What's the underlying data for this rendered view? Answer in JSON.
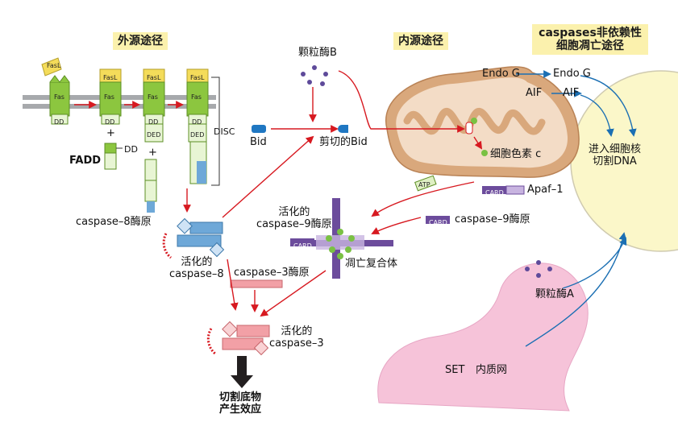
{
  "headers": {
    "extrinsic": "外源途径",
    "intrinsic": "内源途径",
    "independent_line1": "caspases非依赖性",
    "independent_line2": "细胞凋亡途径"
  },
  "receptor": {
    "fasl": "FasL",
    "fas": "Fas",
    "dd": "DD",
    "ded": "DED",
    "plus": "+",
    "fadd": "FADD",
    "fadd_dd": "DD",
    "disc": "DISC"
  },
  "labels": {
    "granzyme_b": "颗粒酶B",
    "bid": "Bid",
    "cleaved_bid": "剪切的Bid",
    "procaspase8": "caspase–8酶原",
    "active_caspase8_line1": "活化的",
    "active_caspase8_line2": "caspase–8",
    "procaspase3": "caspase–3酶原",
    "active_caspase3_line1": "活化的",
    "active_caspase3_line2": "caspase–3",
    "cleave_line1": "切割底物",
    "cleave_line2": "产生效应",
    "cytochrome_c": "细胞色素 c",
    "atp": "ATP",
    "card": "CARD",
    "apaf1": "Apaf–1",
    "procaspase9": "caspase–9酶原",
    "active_caspase9_line1": "活化的",
    "active_caspase9_line2": "caspase–9酶原",
    "apoptosome": "凋亡复合体",
    "endo_g_1": "Endo G",
    "endo_g_2": "Endo G",
    "aif_1": "AIF",
    "aif_2": "AIF",
    "nucleus_line1": "进入细胞核",
    "nucleus_line2": "切割DNA",
    "granzyme_a": "颗粒酶A",
    "set": "SET",
    "er": "内质网"
  },
  "colors": {
    "arrow_red": "#d71920",
    "arrow_blue": "#1b6fb3",
    "header_bg": "#fbf1ad",
    "membrane": "#a7a9ac",
    "mito_outer": "#d9a87c",
    "mito_inner": "#f3dcc6",
    "nucleus": "#fbf7c9",
    "er_pink": "#f6c3d9",
    "caspase8_blue": "#6ea8d8",
    "caspase3_pink": "#f2a0a6",
    "apoptosome_purple": "#6c4c9c",
    "granule_purple": "#5e4a9a",
    "cytc_green": "#7ac143",
    "fas_green": "#8cc63f",
    "fasl_yellow": "#f4dc5a"
  }
}
